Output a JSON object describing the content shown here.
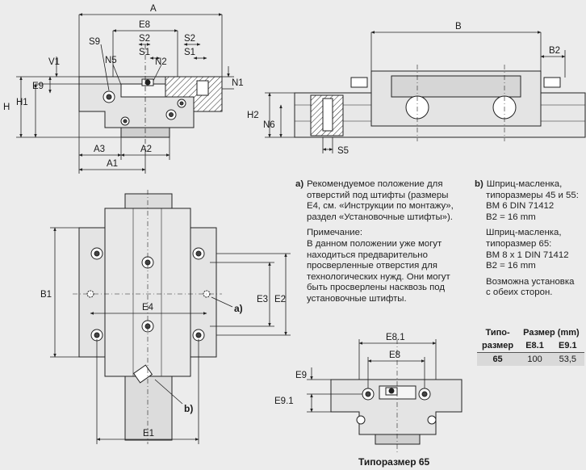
{
  "dims": {
    "A": "A",
    "E8": "E8",
    "S2": "S2",
    "S1": "S1",
    "S9": "S9",
    "N5": "N5",
    "N2": "N2",
    "V1": "V1",
    "E9": "E9",
    "H": "H",
    "H1": "H1",
    "N1": "N1",
    "A3": "A3",
    "A2": "A2",
    "A1": "A1",
    "B": "B",
    "B2": "B2",
    "H2": "H2",
    "N6": "N6",
    "S5": "S5",
    "B1": "B1",
    "E4": "E4",
    "E3": "E3",
    "E2": "E2",
    "E1": "E1",
    "E81": "E8.1",
    "E91": "E9.1",
    "mark_a": "a)",
    "mark_b": "b)"
  },
  "caption": "Типоразмер 65",
  "notes": {
    "a_marker": "a)",
    "a_lines": [
      "Рекомендуемое положение для",
      "отверстий под штифты (размеры",
      "E4, см. «Инструкции по монтажу»,",
      "раздел «Установочные штифты»)."
    ],
    "note_lines": [
      "Примечание:",
      "В данном положении уже могут",
      "находиться предварительно",
      "просверленные отверстия для",
      "технологических нужд. Они могут",
      "быть просверлены насквозь под",
      "установочные штифты."
    ],
    "b_marker": "b)",
    "b_lines1": [
      "Шприц-масленка,",
      "типоразмеры 45 и 55:",
      "BM 6 DIN 71412",
      "B2 = 16 mm"
    ],
    "b_lines2": [
      "Шприц-масленка,",
      "типоразмер 65:",
      "BM 8 x 1 DIN 71412",
      "B2 = 16 mm"
    ],
    "b_lines3": [
      "Возможна установка",
      "с обеих сторон."
    ]
  },
  "table": {
    "col1_line1": "Типо-",
    "col1_line2": "размер",
    "col2_head": "Размер (mm)",
    "sub1": "E8.1",
    "sub2": "E9.1",
    "row": {
      "size": "65",
      "e81": "100",
      "e91": "53,5"
    }
  }
}
